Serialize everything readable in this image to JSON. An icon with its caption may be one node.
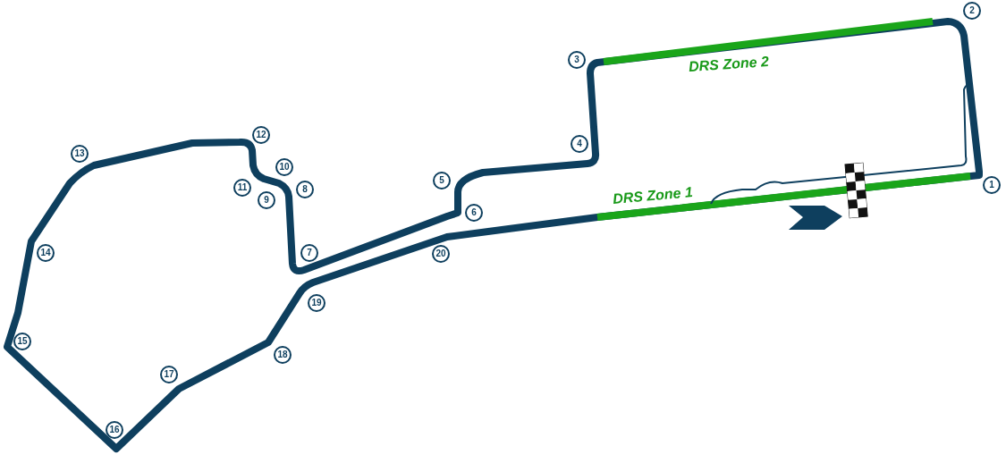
{
  "diagram": {
    "labels": [
      "1",
      "2",
      "3",
      "4",
      "5",
      "6",
      "7",
      "8",
      "9",
      "10",
      "11",
      "12",
      "13",
      "14",
      "15",
      "16",
      "17",
      "18",
      "19",
      "20",
      "DRS Zone 1",
      "DRS Zone 2"
    ]
  }
}
